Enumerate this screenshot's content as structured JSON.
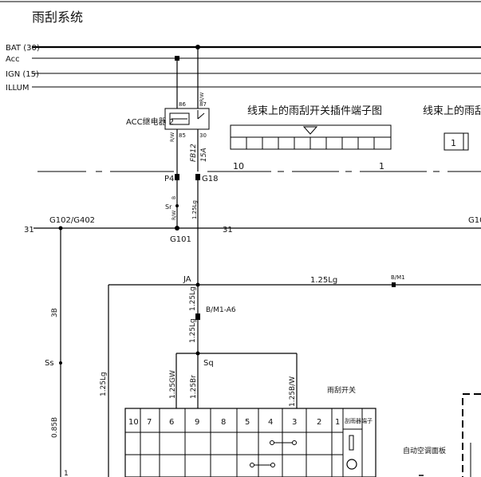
{
  "header": {
    "title": "雨刮系统"
  },
  "bus_lines": {
    "bat": "BAT (30)",
    "acc": "Acc",
    "ign": "IGN (15)",
    "illum": "ILLUM"
  },
  "relay": {
    "label": "ACC继电器 2",
    "pin86": "86",
    "pin87": "87",
    "pin85": "85",
    "pin30": "30"
  },
  "fuse": {
    "name": "FB12",
    "rating": "15A"
  },
  "wire_codes": {
    "relay_lower_left": "R/W",
    "relay_lower_right": "R/W"
  },
  "connectors": {
    "p4": "P4",
    "g18": "G18",
    "g101": "G101",
    "ja": "JA",
    "sq": "Sq",
    "ss": "Ss",
    "sr": "Sr"
  },
  "ground": {
    "label_left": "31",
    "label_mid": "31",
    "label_split": "G102/G402",
    "label_right": "G10"
  },
  "wires": {
    "w1": "1.25Lg",
    "w2": "1.25Lg",
    "w3": "1.25Lg",
    "w4": "1.25Lg",
    "w5": "1.25GW",
    "w6": "1.25Br",
    "w7": "1.25B/W",
    "w8": "3B",
    "w9": "0.85B",
    "small_1": "B",
    "small_2": "R/W"
  },
  "splice_labels": {
    "right": "B/M1",
    "mid": "B/M1-A6"
  },
  "harness": {
    "title_main": "线束上的雨刮开关插件端子图",
    "title_right": "线束上的雨刮",
    "pin_left": "10",
    "pin_right": "1",
    "right_box": "1"
  },
  "switch": {
    "label": "雨刮开关",
    "pins": [
      "10",
      "7",
      "6",
      "9",
      "8",
      "5",
      "4",
      "3",
      "2",
      "1"
    ],
    "right_col": "刮雨器端子"
  },
  "auto_ac": {
    "label": "自动空调面板"
  },
  "misc": {
    "left_bottom": "1"
  }
}
